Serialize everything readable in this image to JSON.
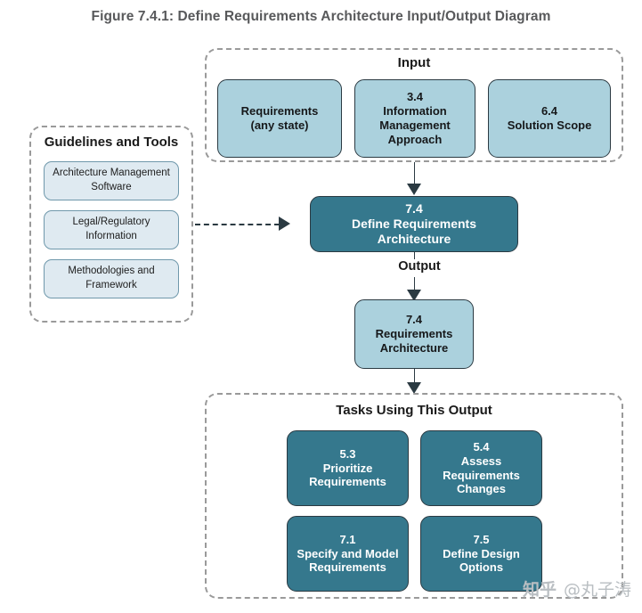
{
  "figure": {
    "title": "Figure 7.4.1: Define Requirements Architecture Input/Output Diagram"
  },
  "input_group": {
    "title": "Input",
    "boxes": [
      {
        "number": "",
        "title": "Requirements\n(any state)",
        "line1": "Requirements",
        "line2": "(any state)"
      },
      {
        "number": "3.4",
        "title": "Information Management Approach",
        "line1": "Information",
        "line2": "Management",
        "line3": "Approach"
      },
      {
        "number": "6.4",
        "title": "Solution Scope",
        "line1": "Solution Scope"
      }
    ]
  },
  "guidelines_group": {
    "title": "Guidelines and Tools",
    "items": [
      {
        "line1": "Architecture Management",
        "line2": "Software"
      },
      {
        "line1": "Legal/Regulatory",
        "line2": "Information"
      },
      {
        "line1": "Methodologies and",
        "line2": "Framework"
      }
    ]
  },
  "task": {
    "number": "7.4",
    "line1": "Define Requirements",
    "line2": "Architecture"
  },
  "output": {
    "label": "Output",
    "number": "7.4",
    "line1": "Requirements",
    "line2": "Architecture"
  },
  "tasks_group": {
    "title": "Tasks Using This Output",
    "boxes": [
      {
        "number": "5.3",
        "line1": "Prioritize",
        "line2": "Requirements"
      },
      {
        "number": "5.4",
        "line1": "Assess",
        "line2": "Requirements",
        "line3": "Changes"
      },
      {
        "number": "7.1",
        "line1": "Specify and Model",
        "line2": "Requirements"
      },
      {
        "number": "7.5",
        "line1": "Define Design",
        "line2": "Options"
      }
    ]
  },
  "watermark": {
    "logo": "知乎",
    "handle": "@丸子涛"
  },
  "colors": {
    "box_light": "#abd1dd",
    "box_dark": "#35788d",
    "box_pale": "#dfeaf1",
    "border": "#2b3a42",
    "group_border": "#9a9a9a",
    "title_text": "#58595b"
  }
}
